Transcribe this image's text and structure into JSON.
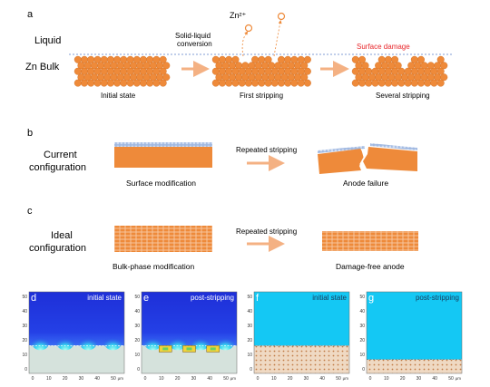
{
  "panel_a": {
    "letter": "a",
    "liquid_label": "Liquid",
    "bulk_label": "Zn Bulk",
    "conversion_label_1": "Solid-liquid",
    "conversion_label_2": "conversion",
    "ion_label": "Zn²⁺",
    "damage_label": "Surface damage",
    "stage_labels": [
      "Initial state",
      "First stripping",
      "Several stripping"
    ]
  },
  "panel_b": {
    "letter": "b",
    "title_1": "Current",
    "title_2": "configuration",
    "arrow_label": "Repeated stripping",
    "left_caption": "Surface modification",
    "right_caption": "Anode failure"
  },
  "panel_c": {
    "letter": "c",
    "title_1": "Ideal",
    "title_2": "configuration",
    "arrow_label": "Repeated stripping",
    "left_caption": "Bulk-phase modification",
    "right_caption": "Damage-free anode"
  },
  "sim_panels": [
    {
      "letter": "d",
      "label": "initial state"
    },
    {
      "letter": "e",
      "label": "post-stripping"
    },
    {
      "letter": "f",
      "label": "initial state"
    },
    {
      "letter": "g",
      "label": "post-stripping"
    }
  ],
  "axis": {
    "y_ticks": [
      "50",
      "40",
      "30",
      "20",
      "10",
      "0"
    ],
    "x_ticks": [
      "0",
      "10",
      "20",
      "30",
      "40",
      "50"
    ],
    "x_unit": "μm"
  },
  "colors": {
    "zinc": "#ee8a3a",
    "zinc_dark": "#c9651a",
    "arrow": "#f4b183",
    "damage_text": "#e8262a",
    "coating": "#9db6e0",
    "field_dark": "#1c2fd6",
    "field_cyan": "#14c8f4",
    "substrate": "#d5e2dc",
    "grid_fill": "#efd9c3"
  }
}
